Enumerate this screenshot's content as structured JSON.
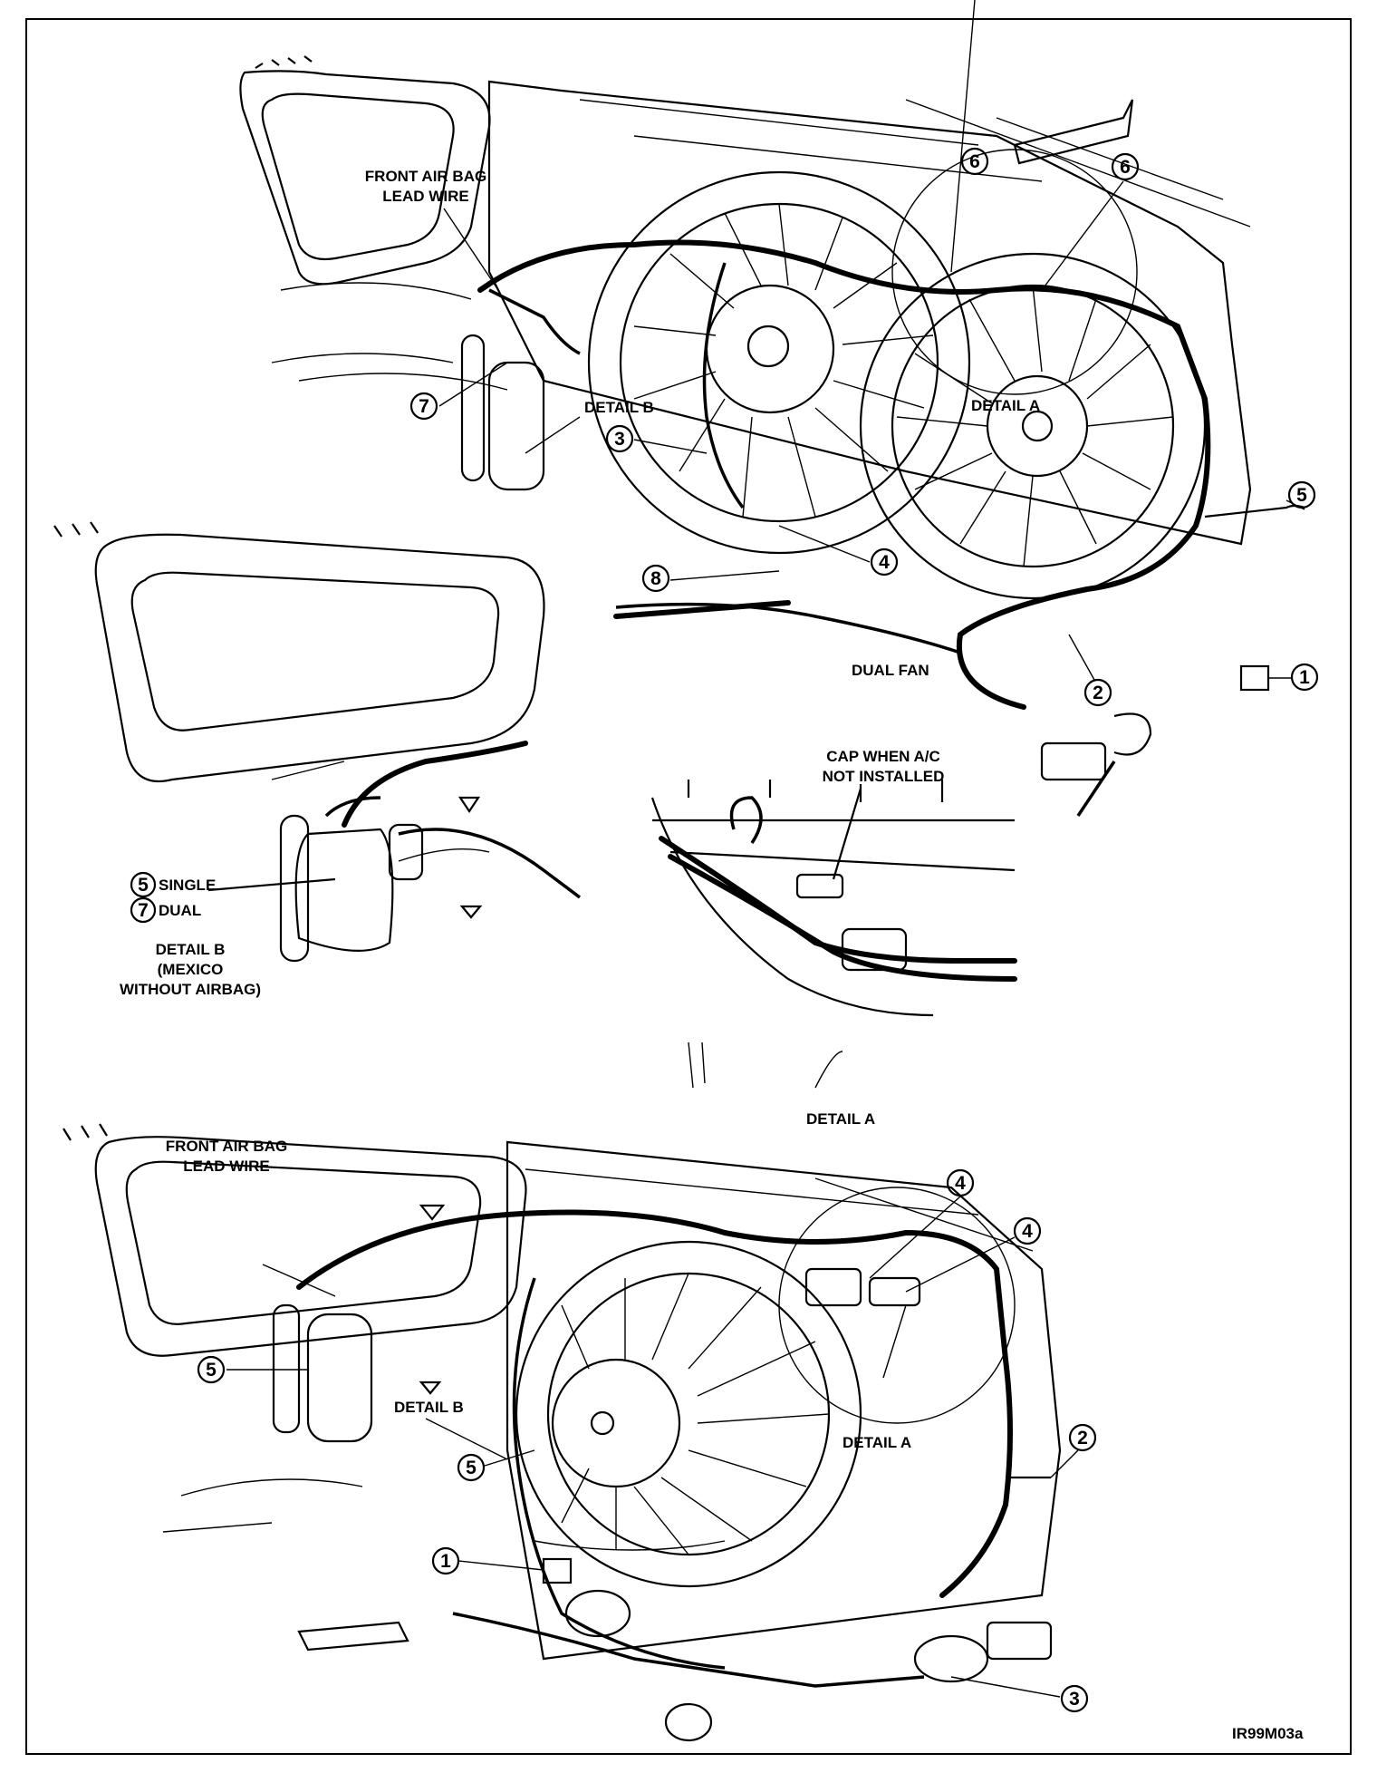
{
  "labels": {
    "front_air_bag_top": [
      "FRONT AIR BAG",
      "LEAD WIRE"
    ],
    "detail_b_top": "DETAIL B",
    "detail_a_top": "DETAIL A",
    "dual_fan": "DUAL FAN",
    "cap_note": [
      "CAP WHEN A/C",
      "NOT INSTALLED"
    ],
    "single": "SINGLE",
    "dual": "DUAL",
    "detail_b_mexico": [
      "DETAIL B",
      "(MEXICO",
      "WITHOUT AIRBAG)"
    ],
    "detail_a_zoom": "DETAIL A",
    "front_air_bag_bottom": [
      "FRONT AIR BAG",
      "LEAD WIRE"
    ],
    "detail_b_bottom": "DETAIL B",
    "detail_a_bottom": "DETAIL A",
    "figure_id": "IR99M03a"
  },
  "callouts": {
    "top": [
      "6",
      "6",
      "7",
      "3",
      "5",
      "8",
      "4",
      "2",
      "1"
    ],
    "middle": [
      "5",
      "7"
    ],
    "bottom": [
      "4",
      "4",
      "5",
      "5",
      "2",
      "1",
      "3"
    ]
  }
}
